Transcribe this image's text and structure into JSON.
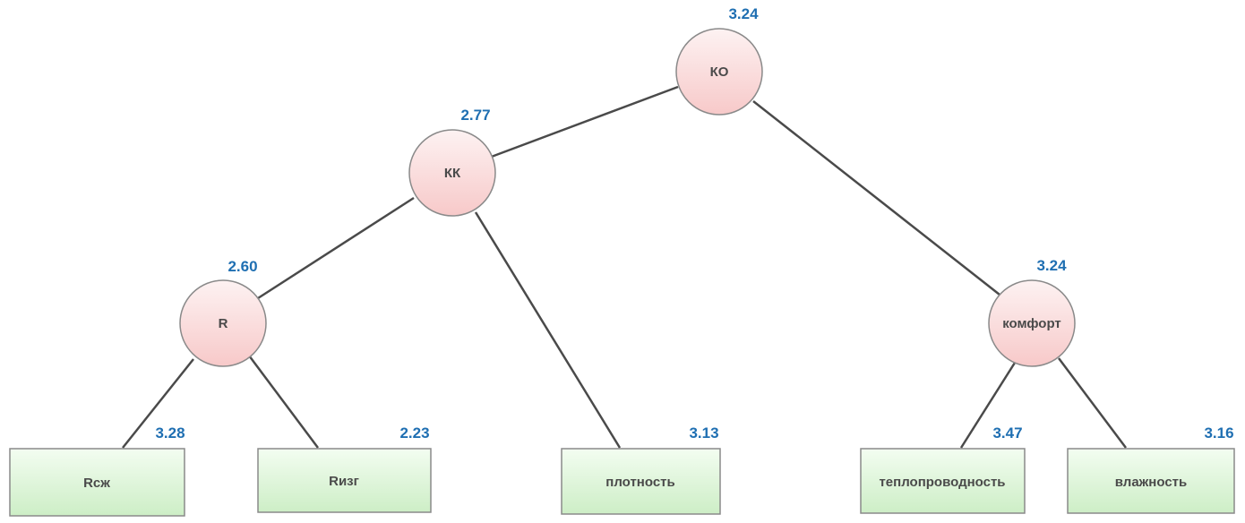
{
  "diagram": {
    "nodes": {
      "ko": {
        "label": "КО",
        "score": "3.24"
      },
      "kk": {
        "label": "КК",
        "score": "2.77"
      },
      "r": {
        "label": "R",
        "score": "2.60"
      },
      "komfort": {
        "label": "комфорт",
        "score": "3.24"
      },
      "rszh": {
        "label": "Rсж",
        "score": "3.28"
      },
      "rizg": {
        "label": "Rизг",
        "score": "2.23"
      },
      "plotnost": {
        "label": "плотность",
        "score": "3.13"
      },
      "teplo": {
        "label": "теплопроводность",
        "score": "3.47"
      },
      "vlazhnost": {
        "label": "влажность",
        "score": "3.16"
      }
    }
  },
  "colors": {
    "circle_fill_top": "#fdf2f2",
    "circle_fill_bottom": "#f7c9c9",
    "rect_fill_top": "#f3fdf1",
    "rect_fill_bottom": "#cdeec6",
    "edge": "#4a4a4a",
    "score": "#1f6fb2"
  }
}
